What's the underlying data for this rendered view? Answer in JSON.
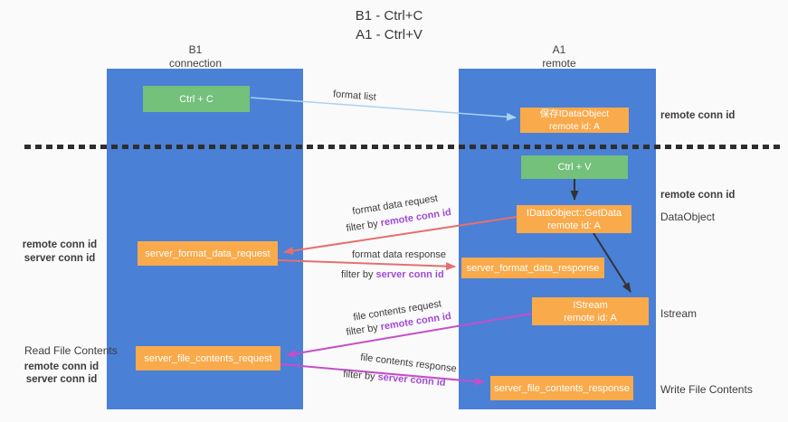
{
  "title": {
    "line1": "B1 - Ctrl+C",
    "line2": "A1 - Ctrl+V"
  },
  "lanes": {
    "left": {
      "title": "B1",
      "subtitle": "connection"
    },
    "right": {
      "title": "A1",
      "subtitle": "remote"
    }
  },
  "nodes": {
    "ctrl_c": {
      "label": "Ctrl + C"
    },
    "ctrl_v": {
      "label": "Ctrl + V"
    },
    "save_dataobject": {
      "line1": "保存IDataObject",
      "line2": "remote id: A"
    },
    "getdata": {
      "line1": "IDataObject::GetData",
      "line2": "remote id: A"
    },
    "istream": {
      "line1": "IStream",
      "line2": "remote id: A"
    },
    "server_format_data_request": {
      "label": "server_format_data_request"
    },
    "server_format_data_response": {
      "label": "server_format_data_response"
    },
    "server_file_contents_request": {
      "label": "server_file_contents_request"
    },
    "server_file_contents_response": {
      "label": "server_file_contents_response"
    }
  },
  "edge_labels": {
    "format_list": "format list",
    "format_data_request": "format data request",
    "format_data_request_filter_prefix": "filter by ",
    "format_data_request_filter_key": "remote conn id",
    "format_data_response": "format data response",
    "format_data_response_filter_prefix": "filter by ",
    "format_data_response_filter_key": "server conn id",
    "file_contents_request": "file contents request",
    "file_contents_request_filter_prefix": "filter by ",
    "file_contents_request_filter_key": "remote conn id",
    "file_contents_response": "file contents response",
    "file_contents_response_filter_prefix": "filter by ",
    "file_contents_response_filter_key": "server conn id"
  },
  "annotations": {
    "right_top_remote_conn_id": "remote conn id",
    "right_mid_remote_conn_id": "remote conn id",
    "right_dataobject": "DataObject",
    "right_istream": "Istream",
    "right_write_file_contents": "Write File Contents",
    "left_format_remote_conn_id": "remote conn id",
    "left_format_server_conn_id": "server conn id",
    "left_read_file_contents": "Read File Contents",
    "left_file_remote_conn_id": "remote conn id",
    "left_file_server_conn_id": "server conn id"
  },
  "colors": {
    "background": "#fafafa",
    "lane_blue": "#4a80d6",
    "node_green": "#74c17b",
    "node_orange": "#f9aa4b",
    "arrow_lightblue": "#a8d3f0",
    "arrow_red": "#e66f6f",
    "arrow_magenta": "#c44fc8",
    "arrow_black": "#333333",
    "text_purple": "#a04cd4",
    "text_green": "#53b85a",
    "dashed_line": "#2e2e2e"
  }
}
